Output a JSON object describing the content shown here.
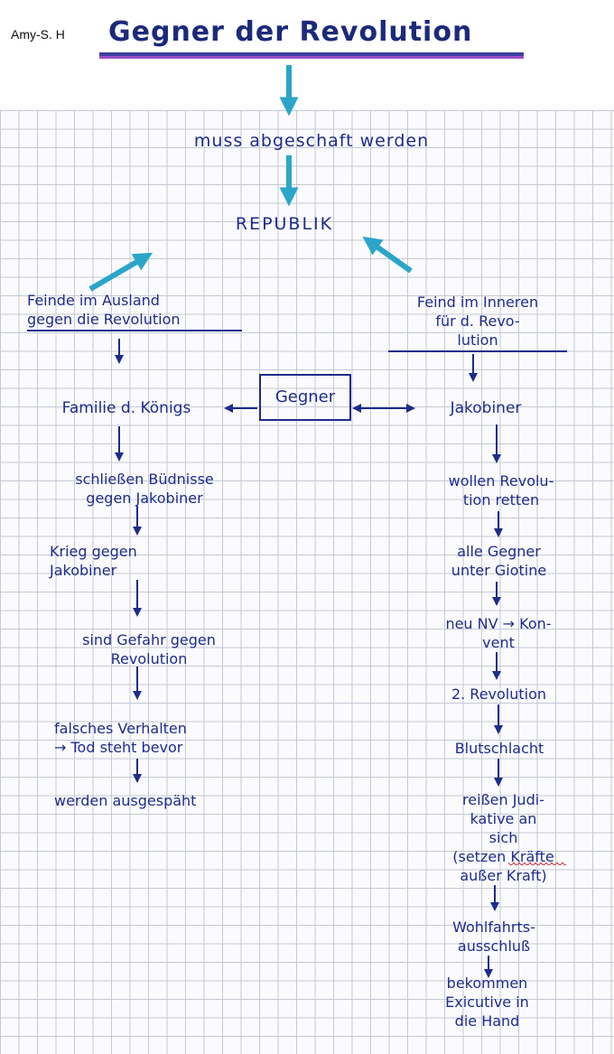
{
  "author": "Amy-S. H",
  "title": "Gegner der Revolution",
  "nodes": {
    "top_action": "muss abgeschaft werden",
    "republik": "REPUBLIK",
    "left_heading": "Feinde im Ausland\ngegen die Revolution",
    "right_heading": "Feind im Inneren\nfür d. Revo-\nlution",
    "center": "Gegner",
    "left_group": "Familie d. Königs",
    "right_group": "Jakobiner"
  },
  "left_chain": [
    "schließen Büdnisse\ngegen Jakobiner",
    "Krieg gegen\nJakobiner",
    "sind Gefahr gegen\nRevolution",
    "falsches Verhalten\n→ Tod steht bevor",
    "werden ausgespäht"
  ],
  "right_chain": [
    "wollen Revolu-\ntion retten",
    "alle Gegner\nunter Giotine",
    "neu NV → Kon-\nvent",
    "2. Revolution",
    "Blutschlacht",
    "reißen Judi-\nkative an\nsich\n(setzen Kräfte\naußer Kraft)",
    "Wohlfahrts-\nausschluß",
    "bekommen\nExicutive in\ndie Hand"
  ],
  "colors": {
    "ink": "#1d2c8c",
    "highlight_arrow": "#2aa6c9",
    "underline": "#3b3fa0",
    "correction": "#d0313d"
  }
}
